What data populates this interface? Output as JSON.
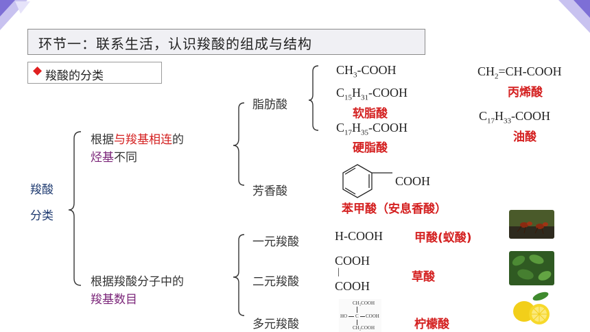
{
  "title": "环节一：联系生活，认识羧酸的组成与结构",
  "subtitle": "羧酸的分类",
  "root": {
    "line1": "羧酸",
    "line2": "分类"
  },
  "basis1": {
    "p1": "根据",
    "p2": "与羧基相连",
    "p3": "的",
    "p4": "烃基",
    "p5": "不同"
  },
  "basis2": {
    "p1": "根据羧酸分子中的",
    "p2": "羧基数目"
  },
  "types": {
    "fatty": "脂肪酸",
    "aromatic": "芳香酸",
    "mono": "一元羧酸",
    "di": "二元羧酸",
    "poly": "多元羧酸"
  },
  "formulas": {
    "acetic": {
      "a": "CH",
      "a_sub": "3",
      "b": "-COOH"
    },
    "palmitic": {
      "a": "C",
      "a_sub": "15",
      "b": "H",
      "b_sub": "31",
      "c": "-COOH"
    },
    "stearic": {
      "a": "C",
      "a_sub": "17",
      "b": "H",
      "b_sub": "35",
      "c": "-COOH"
    },
    "acrylic": {
      "a": "CH",
      "a_sub": "2",
      "b": "=CH-COOH"
    },
    "oleic": {
      "a": "C",
      "a_sub": "17",
      "b": "H",
      "b_sub": "33",
      "c": "-COOH"
    },
    "benzoic_group": "COOH",
    "formic": "H-COOH",
    "oxalic_top": "COOH",
    "oxalic_bar": "|",
    "oxalic_bottom": "COOH",
    "citric": {
      "ch2_top": "CH₂COOH",
      "ho": "HO",
      "c": "C",
      "cooh": "COOH",
      "ch2_bottom": "CH₂COOH"
    }
  },
  "names": {
    "palmitic": "软脂酸",
    "stearic": "硬脂酸",
    "acrylic": "丙烯酸",
    "oleic": "油酸",
    "benzoic": "苯甲酸（安息香酸）",
    "formic": "甲酸(蚁酸)",
    "oxalic": "草酸",
    "citric": "柠檬酸"
  },
  "images": {
    "ants": "ants-photo-icon",
    "leaves": "leaves-photo-icon",
    "lemons": "lemons-photo-icon"
  },
  "colors": {
    "red": "#d42020",
    "purple": "#7a2478",
    "navy": "#1e3a70",
    "corner": "#7d6fd6"
  }
}
